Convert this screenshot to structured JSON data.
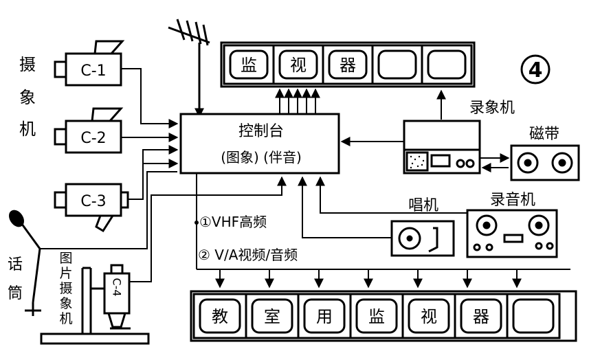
{
  "figure_number": "④",
  "cameras": {
    "side_label": [
      "摄",
      "象",
      "机"
    ],
    "c1": "C-1",
    "c2": "C-2",
    "c3": "C-3",
    "c4": "C-4"
  },
  "control_console": {
    "title": "控制台",
    "subtitle": "(图象) (伴音)"
  },
  "top_monitors": [
    "监",
    "视",
    "器",
    "",
    ""
  ],
  "vcr_label": "录象机",
  "tape_label": "磁带",
  "record_player_label": "唱机",
  "tape_recorder_label": "录音机",
  "microphone_label": [
    "话",
    "筒"
  ],
  "slide_camera_label": [
    "图",
    "片",
    "摄",
    "象",
    "机"
  ],
  "distribution": {
    "line1": "①VHF高频",
    "line2": "② V/A视频/音频"
  },
  "bottom_monitors": [
    "教",
    "室",
    "用",
    "监",
    "视",
    "器",
    ""
  ]
}
